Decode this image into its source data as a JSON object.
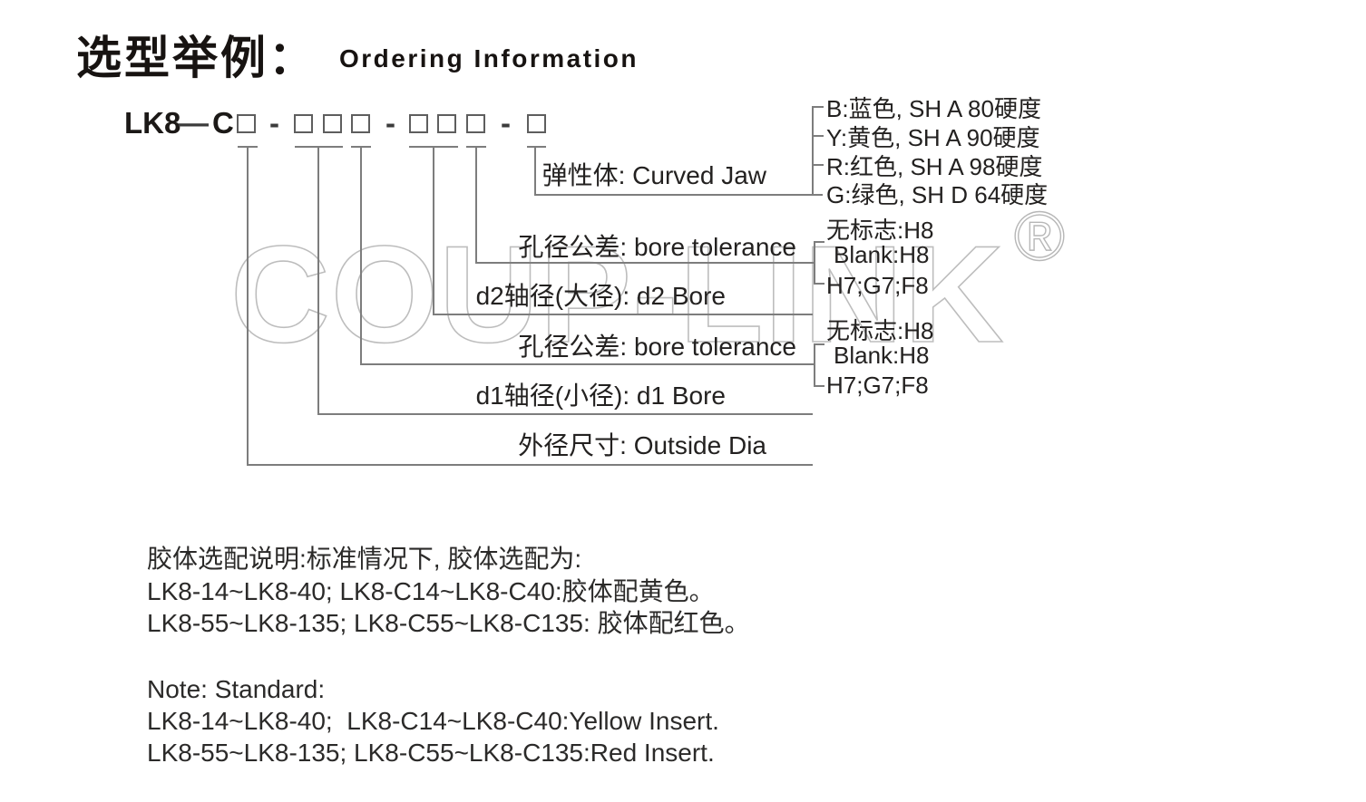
{
  "title": {
    "zh": "选型举例：",
    "en": "Ordering Information"
  },
  "part_code": {
    "prefix": "LK8",
    "long_dash": "—",
    "type_letter": "C",
    "short_dash": "-"
  },
  "callouts": {
    "elastomer": {
      "label": "弹性体: Curved Jaw"
    },
    "bore_tolerance_top": {
      "label": "孔径公差: bore tolerance"
    },
    "d2_bore": {
      "label": "d2轴径(大径): d2 Bore"
    },
    "bore_tolerance_bottom": {
      "label": "孔径公差: bore tolerance"
    },
    "d1_bore": {
      "label": "d1轴径(小径): d1 Bore"
    },
    "outside_dia": {
      "label": "外径尺寸: Outside Dia"
    }
  },
  "options": {
    "elastomer": [
      "B:蓝色, SH A 80硬度",
      "Y:黄色, SH A 90硬度",
      "R:红色, SH A 98硬度",
      "G:绿色, SH D 64硬度"
    ],
    "tolerance_top": [
      "无标志:H8",
      "Blank:H8",
      "H7;G7;F8"
    ],
    "tolerance_bottom": [
      "无标志:H8",
      "Blank:H8",
      "H7;G7;F8"
    ]
  },
  "notes_zh": {
    "line1": "胶体选配说明:标准情况下, 胶体选配为:",
    "line2": "LK8-14~LK8-40; LK8-C14~LK8-C40:胶体配黄色。",
    "line3": "LK8-55~LK8-135; LK8-C55~LK8-C135: 胶体配红色。"
  },
  "notes_en": {
    "line1": "Note: Standard:",
    "line2": "LK8-14~LK8-40;  LK8-C14~LK8-C40:Yellow Insert.",
    "line3": "LK8-55~LK8-135; LK8-C55~LK8-C135:Red Insert."
  },
  "watermark": {
    "text": "COUP-LINK",
    "registered": "®"
  },
  "colors": {
    "text": "#232120",
    "line": "#7d7d7d",
    "box_border": "#5e5e5e",
    "watermark_stroke": "#878787",
    "background": "#ffffff"
  }
}
